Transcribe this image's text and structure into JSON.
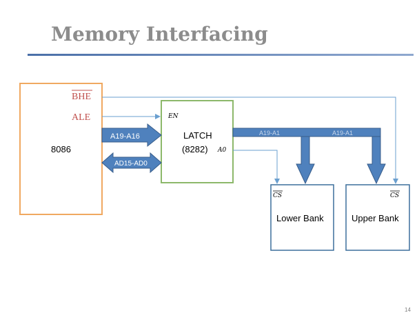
{
  "title": "Memory Interfacing",
  "page_number": "14",
  "cpu": {
    "name": "8086",
    "bhe": "BHE",
    "ale": "ALE"
  },
  "latch": {
    "en": "EN",
    "name": "LATCH",
    "part": "(8282)",
    "a0": "A0"
  },
  "buses": {
    "upper_addr": "A19-A16",
    "addr_data": "AD15-AD0",
    "to_lower": "A19-A1",
    "to_upper": "A19-A1"
  },
  "banks": [
    {
      "label": "Lower Bank",
      "cs": "CS"
    },
    {
      "label": "Upper Bank",
      "cs": "CS"
    }
  ],
  "colors": {
    "cpu_border": "#f0a860",
    "latch_border": "#8cb86a",
    "bank_border": "#3c6e9c",
    "bus_fill": "#4f81bd",
    "bus_stroke": "#385d8a",
    "signal_line": "#6a9fcf",
    "control_text": "#c0504d",
    "title_text": "#8c8c8c"
  }
}
